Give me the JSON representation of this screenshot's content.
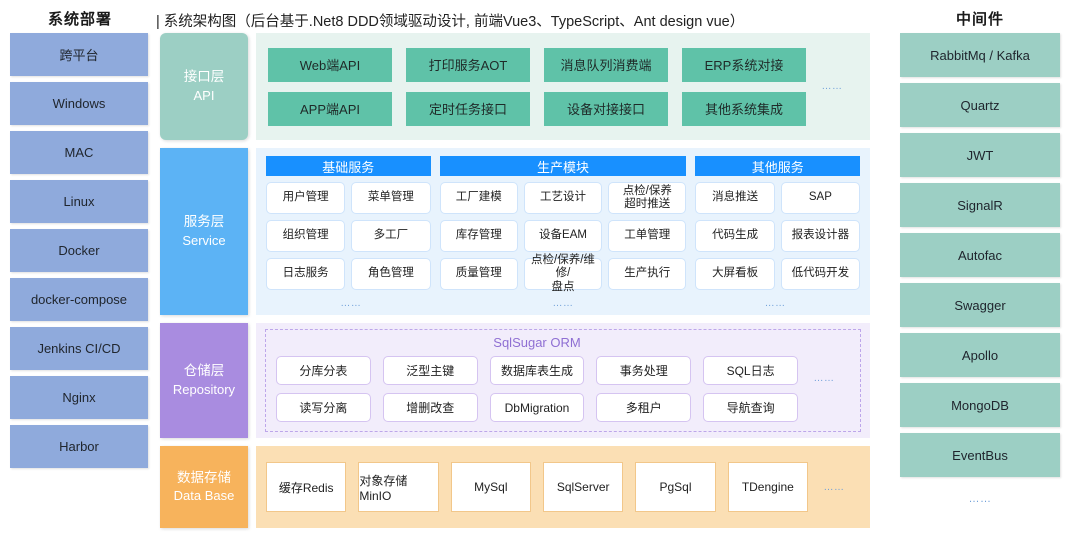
{
  "header": {
    "left_title": "系统部署",
    "right_title": "中间件",
    "diagram_title": "| 系统架构图（后台基于.Net8 DDD领域驱动设计, 前端Vue3、TypeScript、Ant design  vue）"
  },
  "deploy": {
    "items": [
      "跨平台",
      "Windows",
      "MAC",
      "Linux",
      "Docker",
      "docker-compose",
      "Jenkins CI/CD",
      "Nginx",
      "Harbor"
    ]
  },
  "middleware": {
    "items": [
      "RabbitMq / Kafka",
      "Quartz",
      "JWT",
      "SignalR",
      "Autofac",
      "Swagger",
      "Apollo",
      "MongoDB",
      "EventBus"
    ],
    "ellipsis": "……"
  },
  "layers": {
    "api": {
      "label_cn": "接口层",
      "label_en": "API",
      "items": [
        "Web端API",
        "打印服务AOT",
        "消息队列消费端",
        "ERP系统对接",
        "APP端API",
        "定时任务接口",
        "设备对接接口",
        "其他系统集成"
      ],
      "ellipsis": "……"
    },
    "service": {
      "label_cn": "服务层",
      "label_en": "Service",
      "groups": [
        {
          "title": "基础服务",
          "columns": 2,
          "items": [
            "用户管理",
            "菜单管理",
            "组织管理",
            "多工厂",
            "日志服务",
            "角色管理"
          ],
          "ellipsis": "……"
        },
        {
          "title": "生产模块",
          "columns": 3,
          "items": [
            "工厂建模",
            "工艺设计",
            "点检/保养\n超时推送",
            "库存管理",
            "设备EAM",
            "工单管理",
            "质量管理",
            "点检/保养/维修/\n盘点",
            "生产执行"
          ],
          "ellipsis": "……"
        },
        {
          "title": "其他服务",
          "columns": 2,
          "items": [
            "消息推送",
            "SAP",
            "代码生成",
            "报表设计器",
            "大屏看板",
            "低代码开发"
          ],
          "ellipsis": "……"
        }
      ]
    },
    "repository": {
      "label_cn": "仓储层",
      "label_en": "Repository",
      "orm_title": "SqlSugar ORM",
      "items": [
        "分库分表",
        "泛型主键",
        "数据库表生成",
        "事务处理",
        "SQL日志",
        "读写分离",
        "增删改查",
        "DbMigration",
        "多租户",
        "导航查询"
      ],
      "ellipsis": "……"
    },
    "database": {
      "label_cn": "数据存储",
      "label_en": "Data Base",
      "items": [
        "缓存Redis",
        "对象存储MinIO",
        "MySql",
        "SqlServer",
        "PgSql",
        "TDengine"
      ],
      "ellipsis": "……"
    }
  },
  "colors": {
    "deploy": "#8FAADC",
    "middleware": "#9CCFC4",
    "api_layer": "#9CCFC4",
    "service_layer": "#5CB3F5",
    "repository_layer": "#A98CE0",
    "database_layer": "#F7B35C",
    "group_header": "#1890FF"
  }
}
